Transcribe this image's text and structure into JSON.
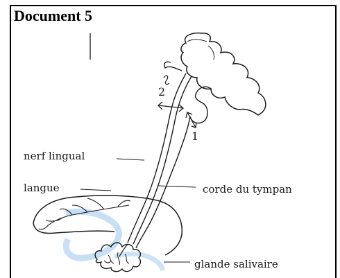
{
  "document": {
    "title": "Document 5"
  },
  "diagram": {
    "labels": {
      "nerf_lingual": "nerf lingual",
      "langue": "langue",
      "corde_du_tympan": "corde du tympan",
      "glande_salivaire": "glande salivaire"
    },
    "markers": {
      "one": "1",
      "two": "2"
    }
  },
  "colors": {
    "ink": "#1a1a1a",
    "frame": "#000000",
    "watermark": "#b9d8f2"
  }
}
